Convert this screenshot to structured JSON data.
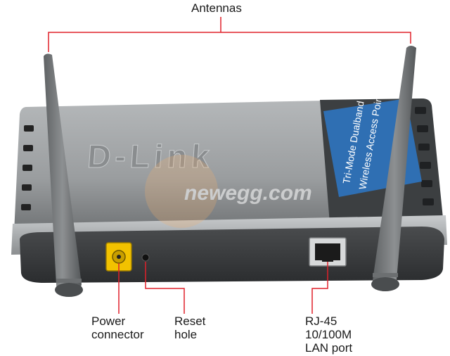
{
  "callouts": {
    "antennas": "Antennas",
    "power_connector": [
      "Power",
      "connector"
    ],
    "reset_hole": [
      "Reset",
      "hole"
    ],
    "rj45_port": [
      "RJ-45",
      "10/100M",
      "LAN port"
    ]
  },
  "device": {
    "brand_logo": "D-Link",
    "side_label": [
      "Tri-Mode Dualband",
      "Wireless Access Point"
    ],
    "watermark": "newegg.com"
  },
  "colors": {
    "callout_line": "#e0202a",
    "label_panel": "#2f6fb3",
    "power_jack": "#f2c200",
    "body_dark": "#3a3c3e",
    "body_silver": "#9a9d9f"
  }
}
